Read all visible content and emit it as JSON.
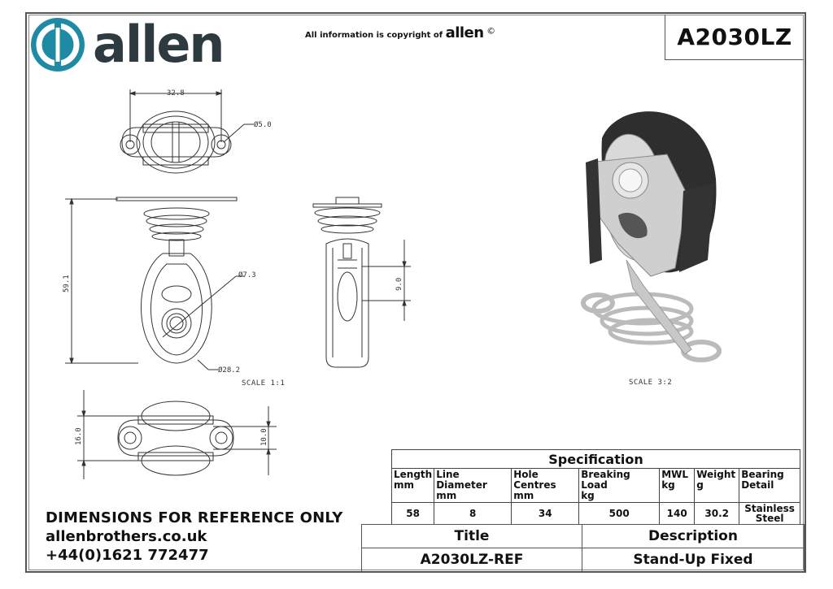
{
  "header": {
    "brand": "allen",
    "copyright_prefix": "All information is copyright of",
    "copyright_brand": "allen",
    "copyright_symbol": "©",
    "part_number": "A2030LZ"
  },
  "drawing": {
    "dims": {
      "width_top": "32.8",
      "hole_dia": "Ø5.0",
      "height": "59.1",
      "bearing_dia": "Ø7.3",
      "sheave_dia": "Ø28.2",
      "side_dim": "9.0",
      "bottom_left": "16.0",
      "bottom_right": "10.0"
    },
    "scale_left": "SCALE  1:1",
    "scale_right": "SCALE  3:2"
  },
  "notes": {
    "reference": "DIMENSIONS FOR REFERENCE ONLY",
    "website": "allenbrothers.co.uk",
    "phone": "+44(0)1621 772477"
  },
  "specification": {
    "caption": "Specification",
    "headers": [
      {
        "name": "Length",
        "unit": "mm"
      },
      {
        "name": "Line Diameter",
        "unit": "mm"
      },
      {
        "name": "Hole Centres",
        "unit": "mm"
      },
      {
        "name": "Breaking Load",
        "unit": "kg"
      },
      {
        "name": "MWL",
        "unit": "kg"
      },
      {
        "name": "Weight",
        "unit": "g"
      },
      {
        "name": "Bearing",
        "unit": "Detail"
      }
    ],
    "values": [
      "58",
      "8",
      "34",
      "500",
      "140",
      "30.2"
    ],
    "bearing_value": [
      "Stainless",
      "Steel"
    ]
  },
  "title_block": {
    "title_label": "Title",
    "description_label": "Description",
    "title_value": "A2030LZ-REF",
    "description_value": "Stand-Up Fixed"
  },
  "colors": {
    "logo_teal": "#1e8aa4",
    "logo_text": "#2d3a3f"
  }
}
